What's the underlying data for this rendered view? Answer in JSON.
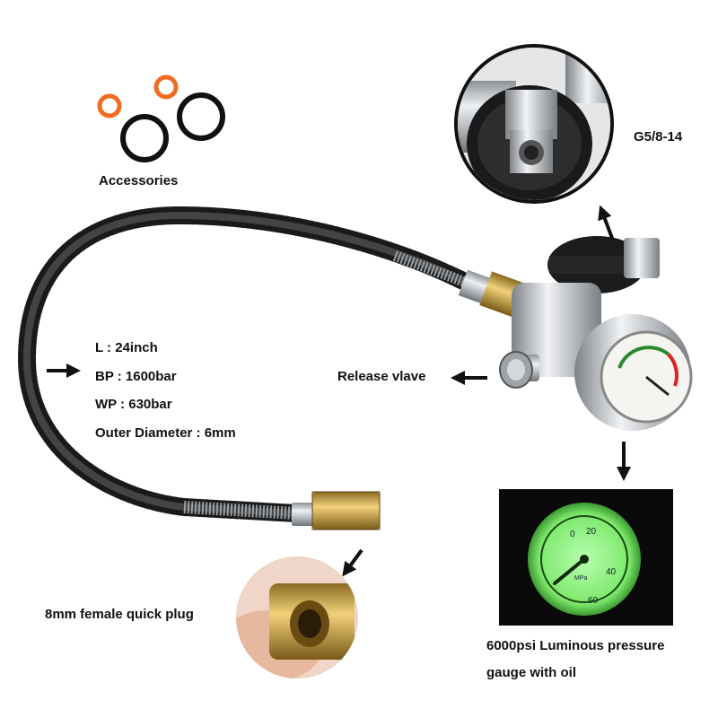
{
  "labels": {
    "accessories": "Accessories",
    "thread": "G5/8-14",
    "release": "Release vlave",
    "quick_plug": "8mm female quick plug",
    "gauge_line1": "6000psi Luminous pressure",
    "gauge_line2": "gauge with oil"
  },
  "specs": [
    "L : 24inch",
    "BP : 1600bar",
    "WP : 630bar",
    "Outer Diameter : 6mm"
  ],
  "gauge": {
    "dial_numbers": [
      "0",
      "20",
      "40",
      "60"
    ],
    "unit": "MPa"
  },
  "colors": {
    "hose": "#1a1a1a",
    "oring_orange": "#f26b1f",
    "oring_black": "#111111",
    "brass": "#c9a245",
    "steel": "#c8cdd2",
    "glow": "#9af58a"
  },
  "icons": {
    "arrow": "arrow-icon"
  }
}
